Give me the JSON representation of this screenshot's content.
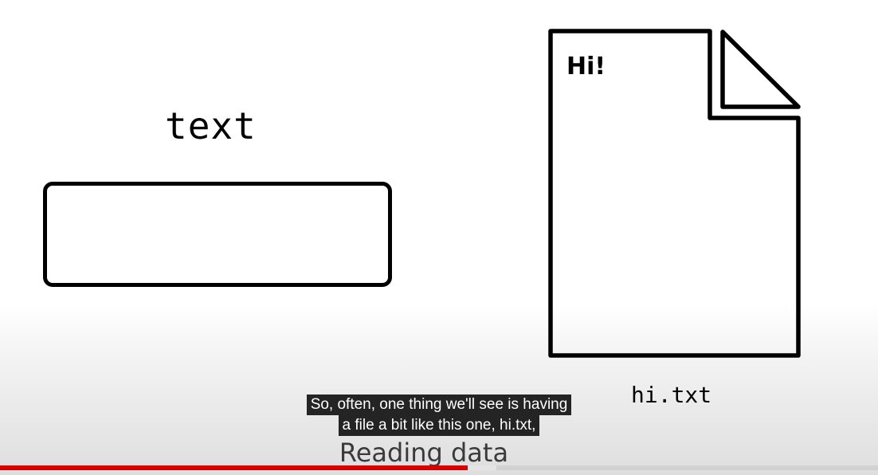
{
  "slide": {
    "variable_label": "text",
    "file_content": "Hi!",
    "file_name": "hi.txt"
  },
  "captions": {
    "line1": "So, often, one thing we'll see is having",
    "line2": "a file a bit like this one, hi.txt,"
  },
  "video": {
    "title": "Reading data",
    "progress": 0.533,
    "buffered": 0.565
  },
  "colors": {
    "progress_played": "#d90000",
    "caption_background": "#080808"
  }
}
